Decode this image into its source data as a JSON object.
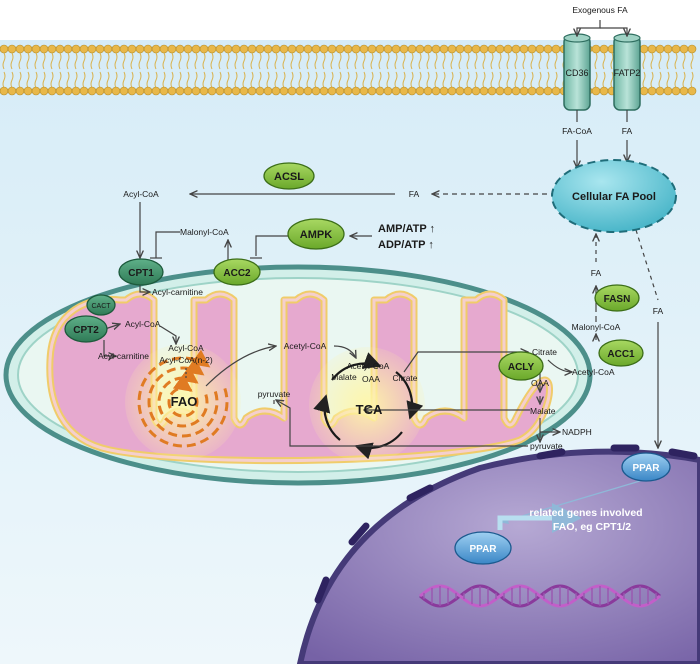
{
  "membrane": {
    "exogenous_fa": "Exogenous FA",
    "cd36": "CD36",
    "fatp2": "FATP2",
    "fa_coa": "FA-CoA",
    "fa_in": "FA"
  },
  "cytosol": {
    "cellular_fa_pool": "Cellular FA Pool",
    "acsl": "ACSL",
    "acyl_coa": "Acyl-CoA",
    "fa_mid": "FA",
    "ampk": "AMPK",
    "amp_atp": "AMP/ATP ↑",
    "adp_atp": "ADP/ATP ↑",
    "malonyl_coa_top": "Malonyl-CoA",
    "cpt1": "CPT1",
    "acc2": "ACC2",
    "acyl_carnitine_top": "Acyl-carnitine",
    "fa_fasn": "FA",
    "fasn": "FASN",
    "malonyl_coa_right": "Malonyl-CoA",
    "acc1": "ACC1",
    "acly": "ACLY",
    "citrate_out": "Citrate",
    "acetyl_coa_out": "Acetyl-CoA",
    "oaa_out": "OAA",
    "malate_out": "Malate",
    "nadph": "NADPH",
    "pyruvate_out": "pyruvate",
    "fa_right": "FA"
  },
  "mitochondrion": {
    "cact": "CACT",
    "cpt2": "CPT2",
    "acyl_coa": "Acyl-CoA",
    "acyl_carnitine": "Acyl-carnitine",
    "acyl_coa_2": "Acyl-CoA",
    "acyl_coa_n2": "Acyl-CoA(n-2)",
    "fao": "FAO",
    "acetyl_coa": "Acetyl-CoA",
    "pyruvate": "pyruvate",
    "acetyl_coa_2": "Acetyl-CoA",
    "malate": "Malate",
    "oaa": "OAA",
    "citrate": "Citrate",
    "tca": "TCA"
  },
  "nucleus": {
    "ppar_top": "PPAR",
    "ppar_dna": "PPAR",
    "related_genes_1": "related genes involved",
    "related_genes_2": "FAO, eg CPT1/2"
  },
  "colors": {
    "membrane_head": "#e8b84a",
    "enzyme_green": "#8cc43e",
    "mito_green": "#3f8f6a",
    "fa_pool": "#5ec5d5",
    "nucleus": "#8a78b0",
    "cytosol": "#e9f5fb",
    "ppar_blue": "#4b98d3"
  }
}
